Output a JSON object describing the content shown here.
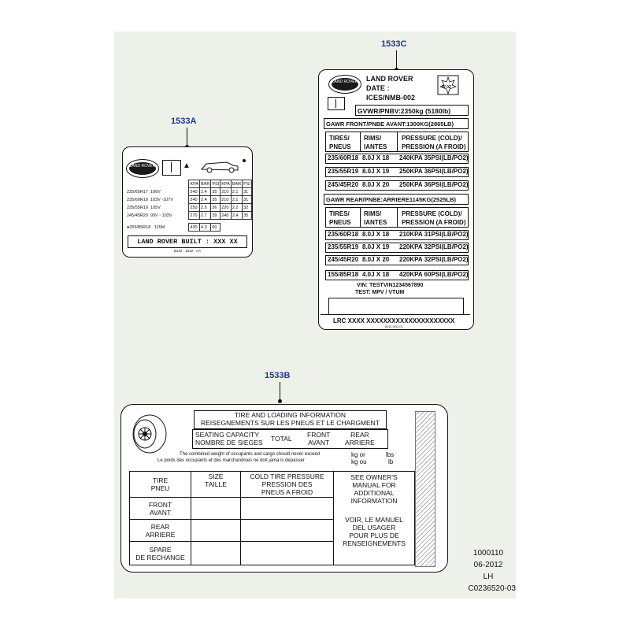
{
  "callouts": {
    "a": "1533A",
    "b": "1533B",
    "c": "1533C"
  },
  "label_a": {
    "logo_text": "LAND ROVER",
    "columns": [
      "KPA",
      "BAR",
      "PSI",
      "KPA",
      "BAR",
      "PSI"
    ],
    "rows": [
      {
        "size": "225/65R17",
        "load": "106V",
        "v": [
          "240",
          "2.4",
          "35",
          "210",
          "2.1",
          "31"
        ]
      },
      {
        "size": "235/60R18",
        "load": "103V -107V",
        "v": [
          "240",
          "2.4",
          "35",
          "210",
          "2.1",
          "31"
        ]
      },
      {
        "size": "235/55R19",
        "load": "105V",
        "v": [
          "250",
          "2.5",
          "36",
          "220",
          "2.2",
          "32"
        ]
      },
      {
        "size": "245/45R20",
        "load": "99V - 103V",
        "v": [
          "270",
          "2.7",
          "39",
          "240",
          "2.4",
          "35"
        ]
      },
      {
        "size": "255/85R18",
        "load": "115M",
        "v": [
          "430",
          "4.3",
          "60",
          "",
          "",
          ""
        ]
      }
    ],
    "footer": "LAND  ROVER  BUILT : XXX  XX",
    "part": "BJ32 - 1532 - AA"
  },
  "label_c": {
    "logo_text": "LAND ROVER",
    "title_lines": [
      "LAND   ROVER",
      "DATE :",
      "ICES/NMB-002"
    ],
    "maple_badge": "W 02",
    "gvwr": "GVWR/PNBV:2350kg (5180lb)",
    "front_gawr": "GAWR FRONT/PNBE AVANT:1300KG(2865LB)",
    "rear_gawr": "GAWR REAR/PNBE:ARRIERE1145KG(2525LB)",
    "headers": {
      "tires": [
        "TIRES/",
        "PNEUS"
      ],
      "rims": [
        "RIMS/",
        "IANTES"
      ],
      "pressure": [
        "PRESSURE (COLD)/",
        "PRESSION (A FROID)"
      ]
    },
    "front_rows": [
      [
        "235/60R18",
        "8.0J X 18",
        "240KPA 35PSI(LB/PO2)"
      ],
      [
        "235/55R19",
        "8.0J X 19",
        "250KPA 36PSI(LB/PO2)"
      ],
      [
        "245/45R20",
        "8.0J X 20",
        "250KPA 36PSI(LB/PO2)"
      ]
    ],
    "rear_rows": [
      [
        "235/60R18",
        "8.0J X 18",
        "210KPA 31PSI(LB/PO2)"
      ],
      [
        "235/55R19",
        "8.0J X 19",
        "220KPA 32PSI(LB/PO2)"
      ],
      [
        "245/45R20",
        "8.0J X 20",
        "220KPA 32PSI(LB/PO2)"
      ]
    ],
    "spare_row": [
      "155/85R18",
      "4.0J X 18",
      "420KPA 60PSI(LB/PO2)"
    ],
    "vin": "VIN:   TESTVIN1234567890",
    "test": "TEST:  MPV  /  VTUM",
    "lrc": "LRC   XXXX   XXXXXXXXXXXXXXXXXXXXX",
    "part": "BJ32-1532-CC"
  },
  "label_b": {
    "title1": "TIRE AND LOADING INFORMATION",
    "title2": "REISEGNEMENTS SUR LES PNEUS ET LE CHARGMENT",
    "seating": [
      "SEATING CAPACITY",
      "NOMBRE DE SIEGES"
    ],
    "total": "TOTAL",
    "front": [
      "FRONT",
      "AVANT"
    ],
    "rear": [
      "REAR",
      "ARRIERE"
    ],
    "combined_en": "The combined weight of occupants and cargo should never exceed",
    "combined_fr": "Le poids des occupants et des marchandises ne doit jama is depasser",
    "kg_or": "kg or",
    "lbs": "lbs",
    "kg_ou": "kg ou",
    "lb": "lb",
    "col_tire": [
      "TIRE",
      "PNEU"
    ],
    "col_size": [
      "SIZE",
      "TAILLE"
    ],
    "col_pressure": [
      "COLD TIRE PRESSURE",
      "PRESSION DES",
      "PNEUS A FROID"
    ],
    "row_front": [
      "FRONT",
      "AVANT"
    ],
    "row_rear": [
      "REAR",
      "ARRIERE"
    ],
    "row_spare": [
      "SPARE",
      "DE RECHANGE"
    ],
    "manual_en": [
      "SEE OWNER'S",
      "MANUAL FOR",
      "ADDITIONAL",
      "INFORMATION"
    ],
    "manual_fr": [
      "VOIR, LE MANUEL",
      "DEL USAGER",
      "POUR PLUS DE",
      "RENSEIGNEMENTS"
    ]
  },
  "footer_codes": [
    "1000110",
    "06-2012",
    "LH",
    "C0236520-03"
  ]
}
